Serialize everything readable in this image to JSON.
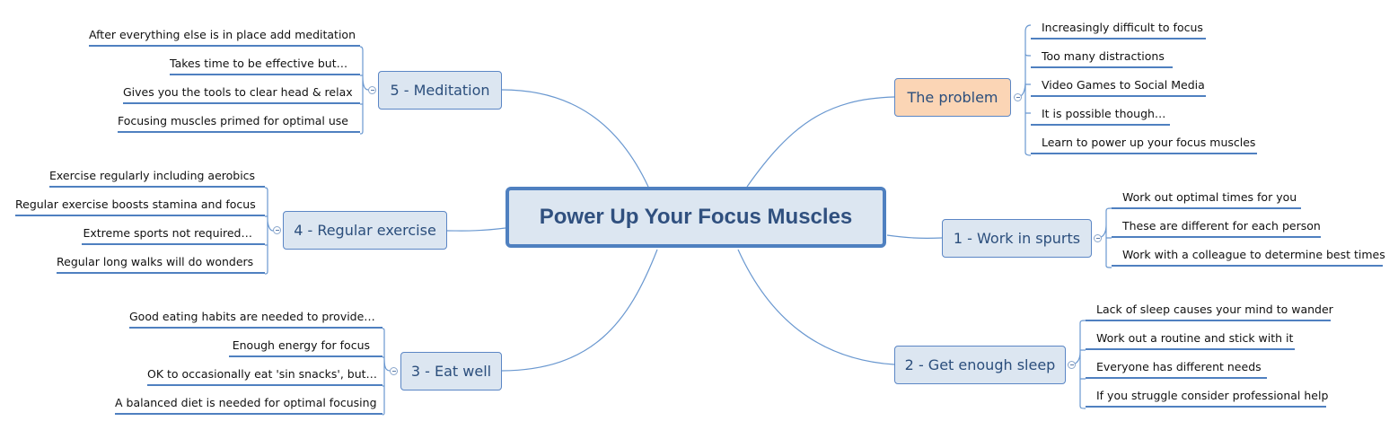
{
  "central": "Power Up Your Focus Muscles",
  "topics": {
    "problem": {
      "label": "The problem",
      "items": [
        "Increasingly difficult to focus",
        "Too many distractions",
        "Video Games to Social Media",
        "It is possible though…",
        "Learn to power up your focus muscles"
      ]
    },
    "spurts": {
      "label": "1 - Work in spurts",
      "items": [
        "Work out optimal times for you",
        "These are different for each person",
        "Work with a colleague to determine best times"
      ]
    },
    "sleep": {
      "label": "2 - Get enough sleep",
      "items": [
        "Lack of sleep causes your mind to wander",
        "Work out a routine and stick with it",
        "Everyone has different needs",
        "If you struggle consider professional help"
      ]
    },
    "eat": {
      "label": "3 - Eat well",
      "items": [
        "Good eating habits are needed to provide…",
        "Enough energy for focus",
        "OK to occasionally eat 'sin snacks', but…",
        "A balanced diet is needed for optimal focusing"
      ]
    },
    "exercise": {
      "label": "4 - Regular exercise",
      "items": [
        "Exercise regularly including aerobics",
        "Regular exercise boosts stamina and focus",
        "Extreme sports not required…",
        "Regular long walks will do wonders"
      ]
    },
    "meditation": {
      "label": "5 - Meditation",
      "items": [
        "After everything else is in place add meditation",
        "Takes time to be effective but…",
        "Gives you the tools to clear head & relax",
        "Focusing muscles primed for optimal use"
      ]
    }
  },
  "colors": {
    "line": "#6a98d0",
    "topic_fill": "#dce6f1",
    "highlight_fill": "#fbd5b5",
    "border": "#4f80c0"
  }
}
